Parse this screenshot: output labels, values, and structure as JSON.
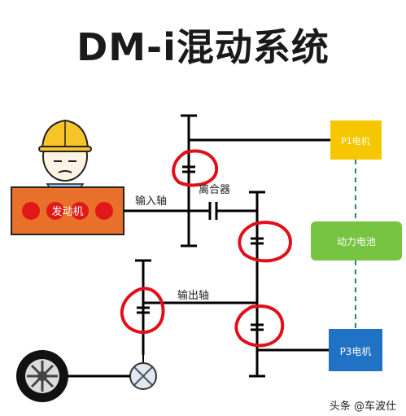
{
  "title": "DM-i混动系统",
  "labels": {
    "engine": "发动机",
    "input_shaft": "输入轴",
    "clutch": "离合器",
    "output_shaft": "输出轴",
    "p1_motor": "P1电机",
    "battery": "动力电池",
    "p3_motor": "P3电机"
  },
  "watermark": "头条 @车波仕",
  "colors": {
    "engine_fill": "#e8702a",
    "engine_dot": "#e01818",
    "motor_fill": "#f6c700",
    "battery_fill": "#76c442",
    "p3_fill": "#1f72c4",
    "dashed_link": "#1a8a6a",
    "annotation_circle": "#e0101a",
    "shaft_line": "#000000"
  },
  "icons": [
    "worker-avatar-icon",
    "wheel-icon",
    "differential-icon"
  ]
}
